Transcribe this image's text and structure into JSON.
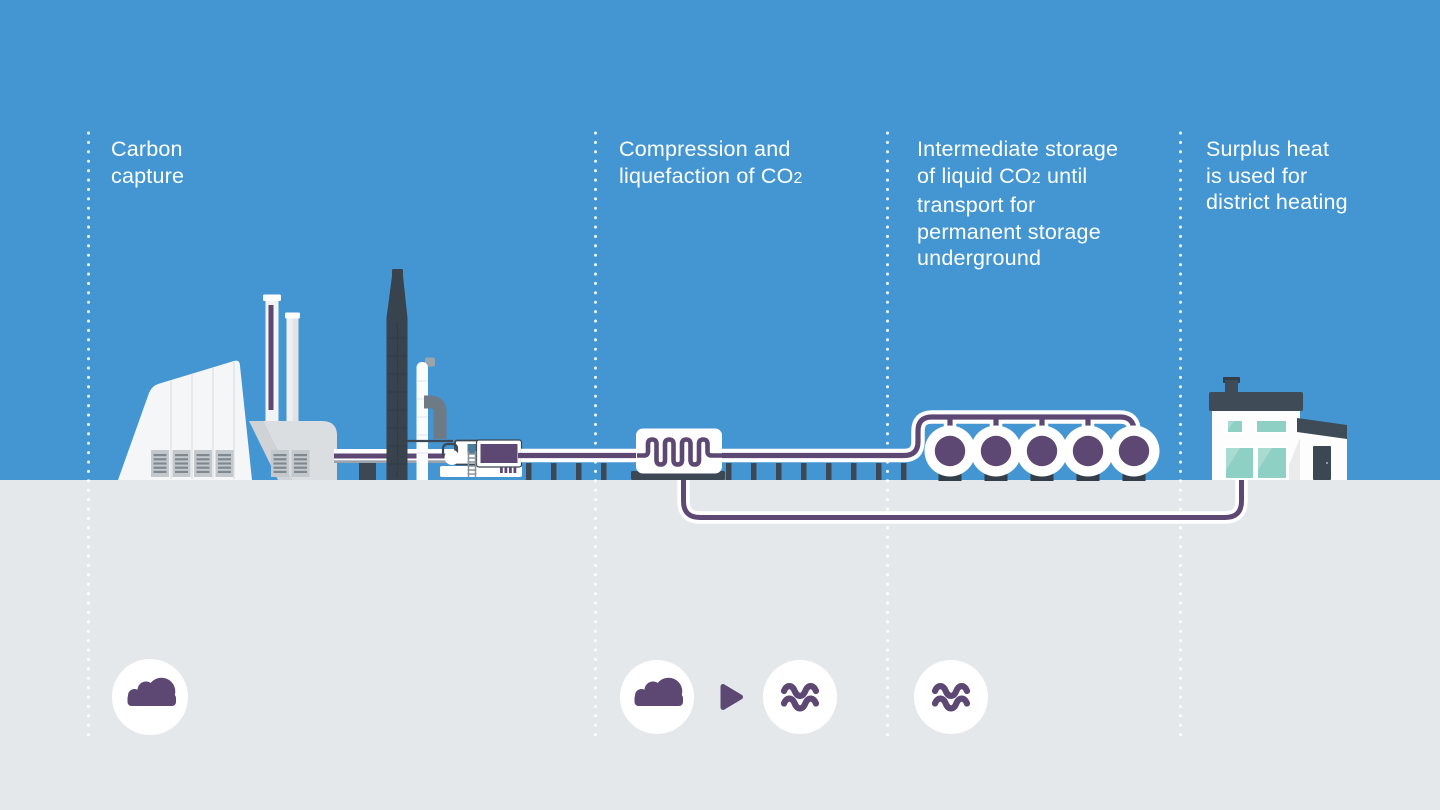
{
  "colors": {
    "sky": "#4496d2",
    "ground": "#e5e8ea",
    "purple": "#5c4873",
    "slate": "#3c4954",
    "tower_dark": "#38434d",
    "roof_dark": "#3f4c57",
    "teal_window": "#8fd0c4",
    "white": "#ffffff"
  },
  "panels": [
    {
      "id": "carbon-capture",
      "title_pre": "Carbon\ncapture",
      "title_sub": "",
      "title_post": "",
      "icon": "co2-cloud-icon"
    },
    {
      "id": "compression-liquefaction",
      "title_pre": "Compression and\nliquefaction of CO",
      "title_sub": "2",
      "title_post": "",
      "icons": [
        "co2-cloud-icon",
        "arrow-right-icon",
        "liquid-waves-icon"
      ]
    },
    {
      "id": "intermediate-storage",
      "title_pre": "Intermediate storage\nof liquid CO",
      "title_sub": "2",
      "title_post": " until\ntransport for\npermanent storage\nunderground",
      "icon": "liquid-waves-icon"
    },
    {
      "id": "district-heating",
      "title_pre": "Surplus heat\nis used for\ndistrict heating",
      "title_sub": "",
      "title_post": "",
      "icon": ""
    }
  ]
}
